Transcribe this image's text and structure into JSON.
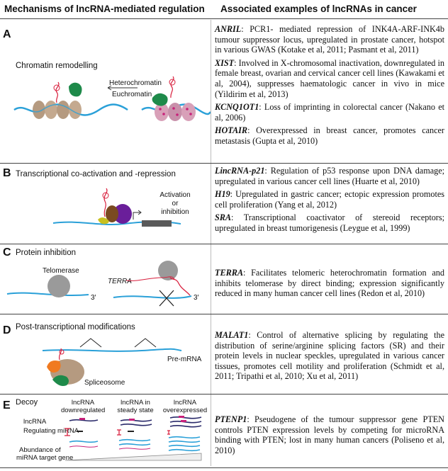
{
  "header": {
    "left": "Mechanisms of lncRNA-mediated regulation",
    "right": "Associated examples of lncRNAs in cancer"
  },
  "sections": [
    {
      "letter": "A",
      "title": "Chromatin remodelling",
      "labels": {
        "heterochromatin": "Heterochromatin",
        "euchromatin": "Euchromatin"
      },
      "examples": [
        {
          "name": "ANRIL",
          "text": ": PCR1- mediated repression of INK4A-ARF-INK4b tumour suppressor locus, upregulated in prostate cancer, hotspot in various GWAS (Kotake et al, 2011; Pasmant et al, 2011)"
        },
        {
          "name": "XIST",
          "text": ": Involved in X-chromosomal inactivation, downregulated in female breast, ovarian and cervical cancer cell lines (Kawakami et al, 2004), suppresses haematologic cancer in vivo in mice (Yildirim et al, 2013)"
        },
        {
          "name": "KCNQ1OT1",
          "text": ": Loss of imprinting in colorectal cancer (Nakano et al, 2006)"
        },
        {
          "name": "HOTAIR",
          "text": ": Overexpressed in breast cancer, promotes cancer metastasis (Gupta et al, 2010)"
        }
      ]
    },
    {
      "letter": "B",
      "title": "Transcriptional co-activation and -repression",
      "labels": {
        "activation": "Activation",
        "or": "or",
        "inhibition": "inhibition"
      },
      "examples": [
        {
          "name": "LincRNA-p21",
          "text": ": Regulation of p53 response upon DNA damage; upregulated in various cancer cell lines (Huarte et al, 2010)"
        },
        {
          "name": "H19",
          "text": ": Upregulated in gastric cancer; ectopic expression promotes cell proliferation (Yang et al, 2012)"
        },
        {
          "name": "SRA",
          "text": ": Transcriptional coactivator of stereoid receptors; upregulated in breast tumorigenesis (Leygue et al, 1999)"
        }
      ]
    },
    {
      "letter": "C",
      "title": "Protein inhibition",
      "labels": {
        "telomerase": "Telomerase",
        "terra": "TERRA",
        "three_prime_a": "3′",
        "three_prime_b": "3′"
      },
      "examples": [
        {
          "name": "TERRA",
          "text": ": Facilitates telomeric heterochromatin formation and inhibits telomerase by direct binding; expression significantly reduced in many human cancer cell lines (Redon et al, 2010)"
        }
      ]
    },
    {
      "letter": "D",
      "title": "Post-transcriptional modifications",
      "labels": {
        "pre_mrna": "Pre-mRNA",
        "spliceosome": "Spliceosome"
      },
      "examples": [
        {
          "name": "MALAT1",
          "text": ": Control of alternative splicing by regulating the distribution of serine/arginine splicing factors (SR) and their protein levels in nuclear speckles, upregulated in various cancer tissues, promotes cell motility and proliferation (Schmidt et al, 2011; Tripathi et al, 2010; Xu et al, 2011)"
        }
      ]
    },
    {
      "letter": "E",
      "title": "Decoy",
      "labels": {
        "col1a": "lncRNA",
        "col1b": "downregulated",
        "col2a": "lncRNA in",
        "col2b": "steady state",
        "col3a": "lncRNA",
        "col3b": "overexpressed",
        "row1": "lncRNA",
        "row2": "Regulating miRNA",
        "row3a": "Abundance of",
        "row3b": "miRNA target gene"
      },
      "examples": [
        {
          "name": "PTENP1",
          "text": ": Pseudogene of the tumour suppressor gene PTEN controls PTEN expression levels by competing for microRNA binding with PTEN; lost in many human cancers (Poliseno et al, 2010)"
        }
      ]
    }
  ],
  "colors": {
    "dna": "#2aa0d8",
    "rna": "#d81e3c",
    "green": "#1e8a4a",
    "nucleosome": "#b59a80",
    "purple": "#6a1e9a",
    "gray": "#9a9a9a",
    "magenta": "#c8217a",
    "navy": "#2a2a6a"
  }
}
